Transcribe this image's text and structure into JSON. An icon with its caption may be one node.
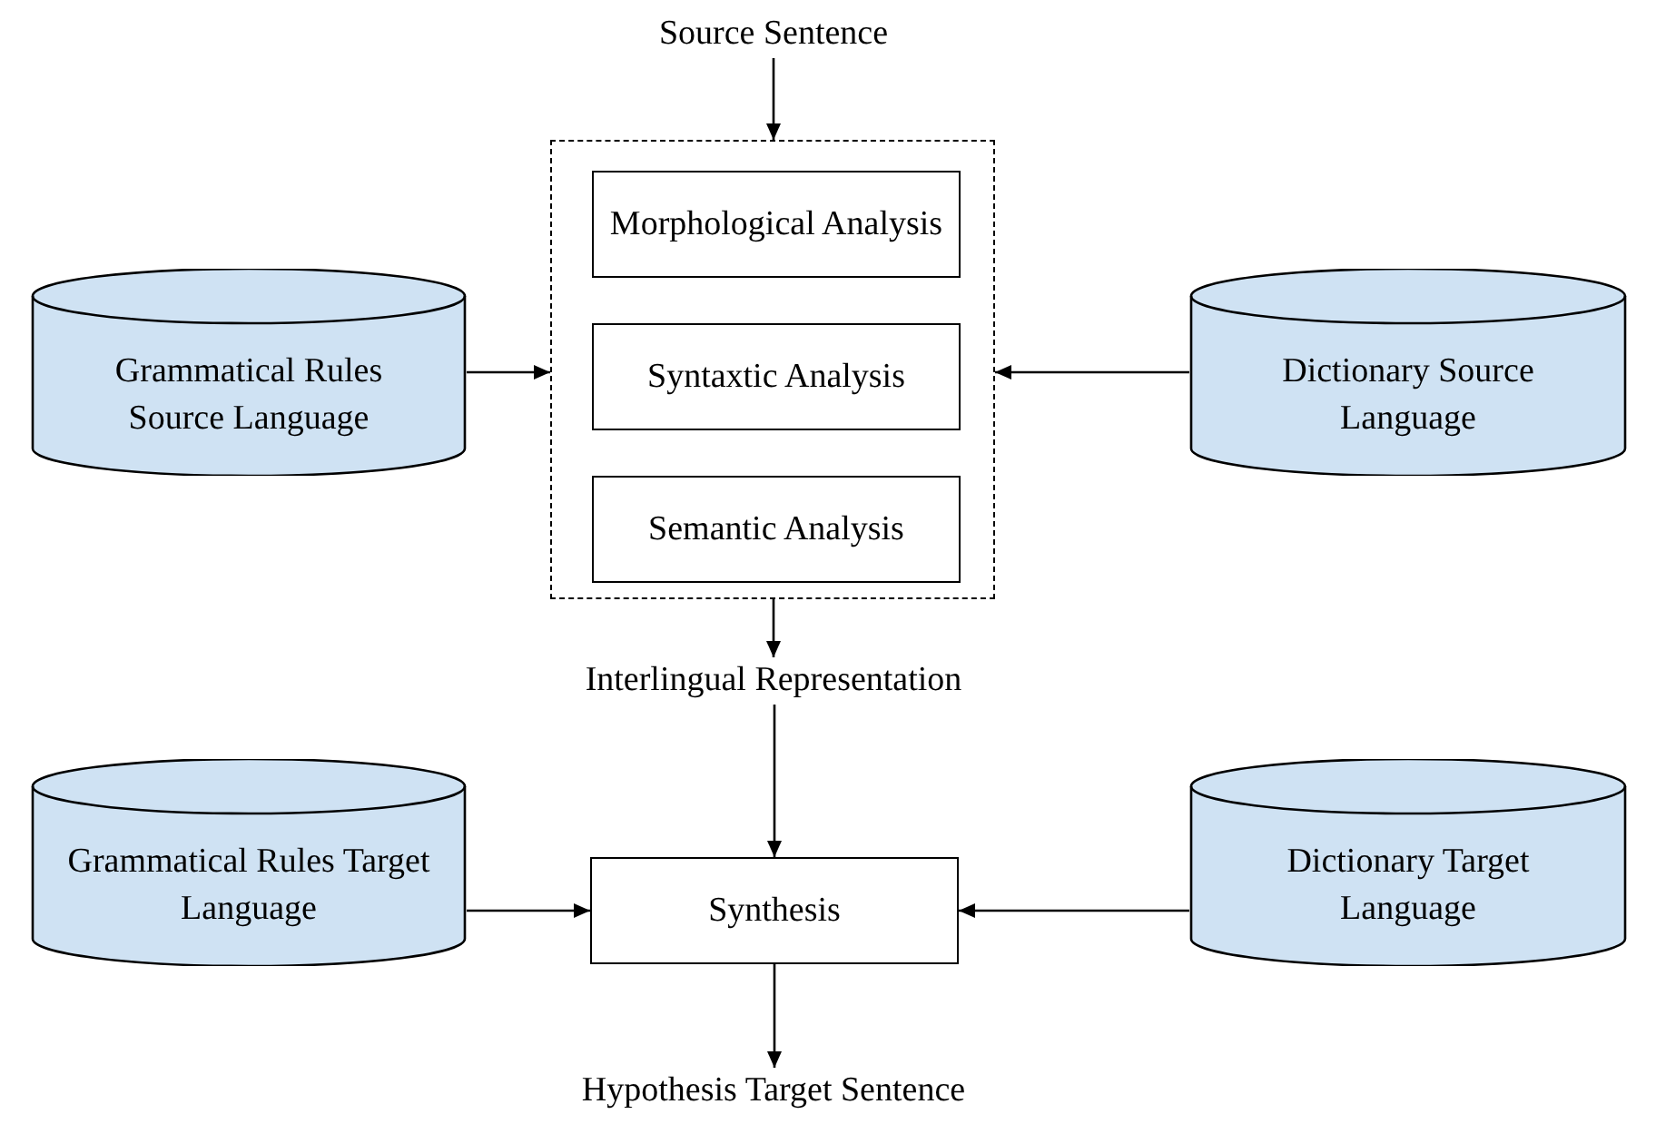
{
  "diagram": {
    "nodes": [
      {
        "text": [
          "Source Sentence"
        ]
      },
      {
        "text": [],
        "shape": "box"
      },
      {
        "text": [
          "Morphological Analysis"
        ],
        "in": 1
      },
      {
        "text": [
          "Syntaxtic Analysis"
        ],
        "in": 1
      },
      {
        "text": [
          "Semantic Analysis"
        ],
        "in": 1
      },
      {
        "text": [
          "Grammatical Rules Source Language"
        ]
      },
      {
        "text": [
          "Dictionary Source Language"
        ]
      },
      {
        "text": [
          "Interlingual Representation"
        ]
      },
      {
        "text": [
          "Grammatical Rules Target Language"
        ]
      },
      {
        "text": [
          "Synthesis"
        ]
      },
      {
        "text": [
          "Dictionary Target Language"
        ]
      },
      {
        "text": [
          "Hypothesis Target Sentence"
        ]
      }
    ],
    "edges": [
      {
        "from": 0,
        "to": 1,
        "arrow": "to"
      },
      {
        "from": 5,
        "to": 1,
        "arrow": "to"
      },
      {
        "from": 6,
        "to": 1,
        "arrow": "to"
      },
      {
        "from": 1,
        "to": 7,
        "arrow": "to"
      },
      {
        "from": 7,
        "to": 9,
        "arrow": "to"
      },
      {
        "from": 8,
        "to": 9,
        "arrow": "to"
      },
      {
        "from": 10,
        "to": 9,
        "arrow": "to"
      },
      {
        "from": 9,
        "to": 11,
        "arrow": "to"
      }
    ]
  }
}
